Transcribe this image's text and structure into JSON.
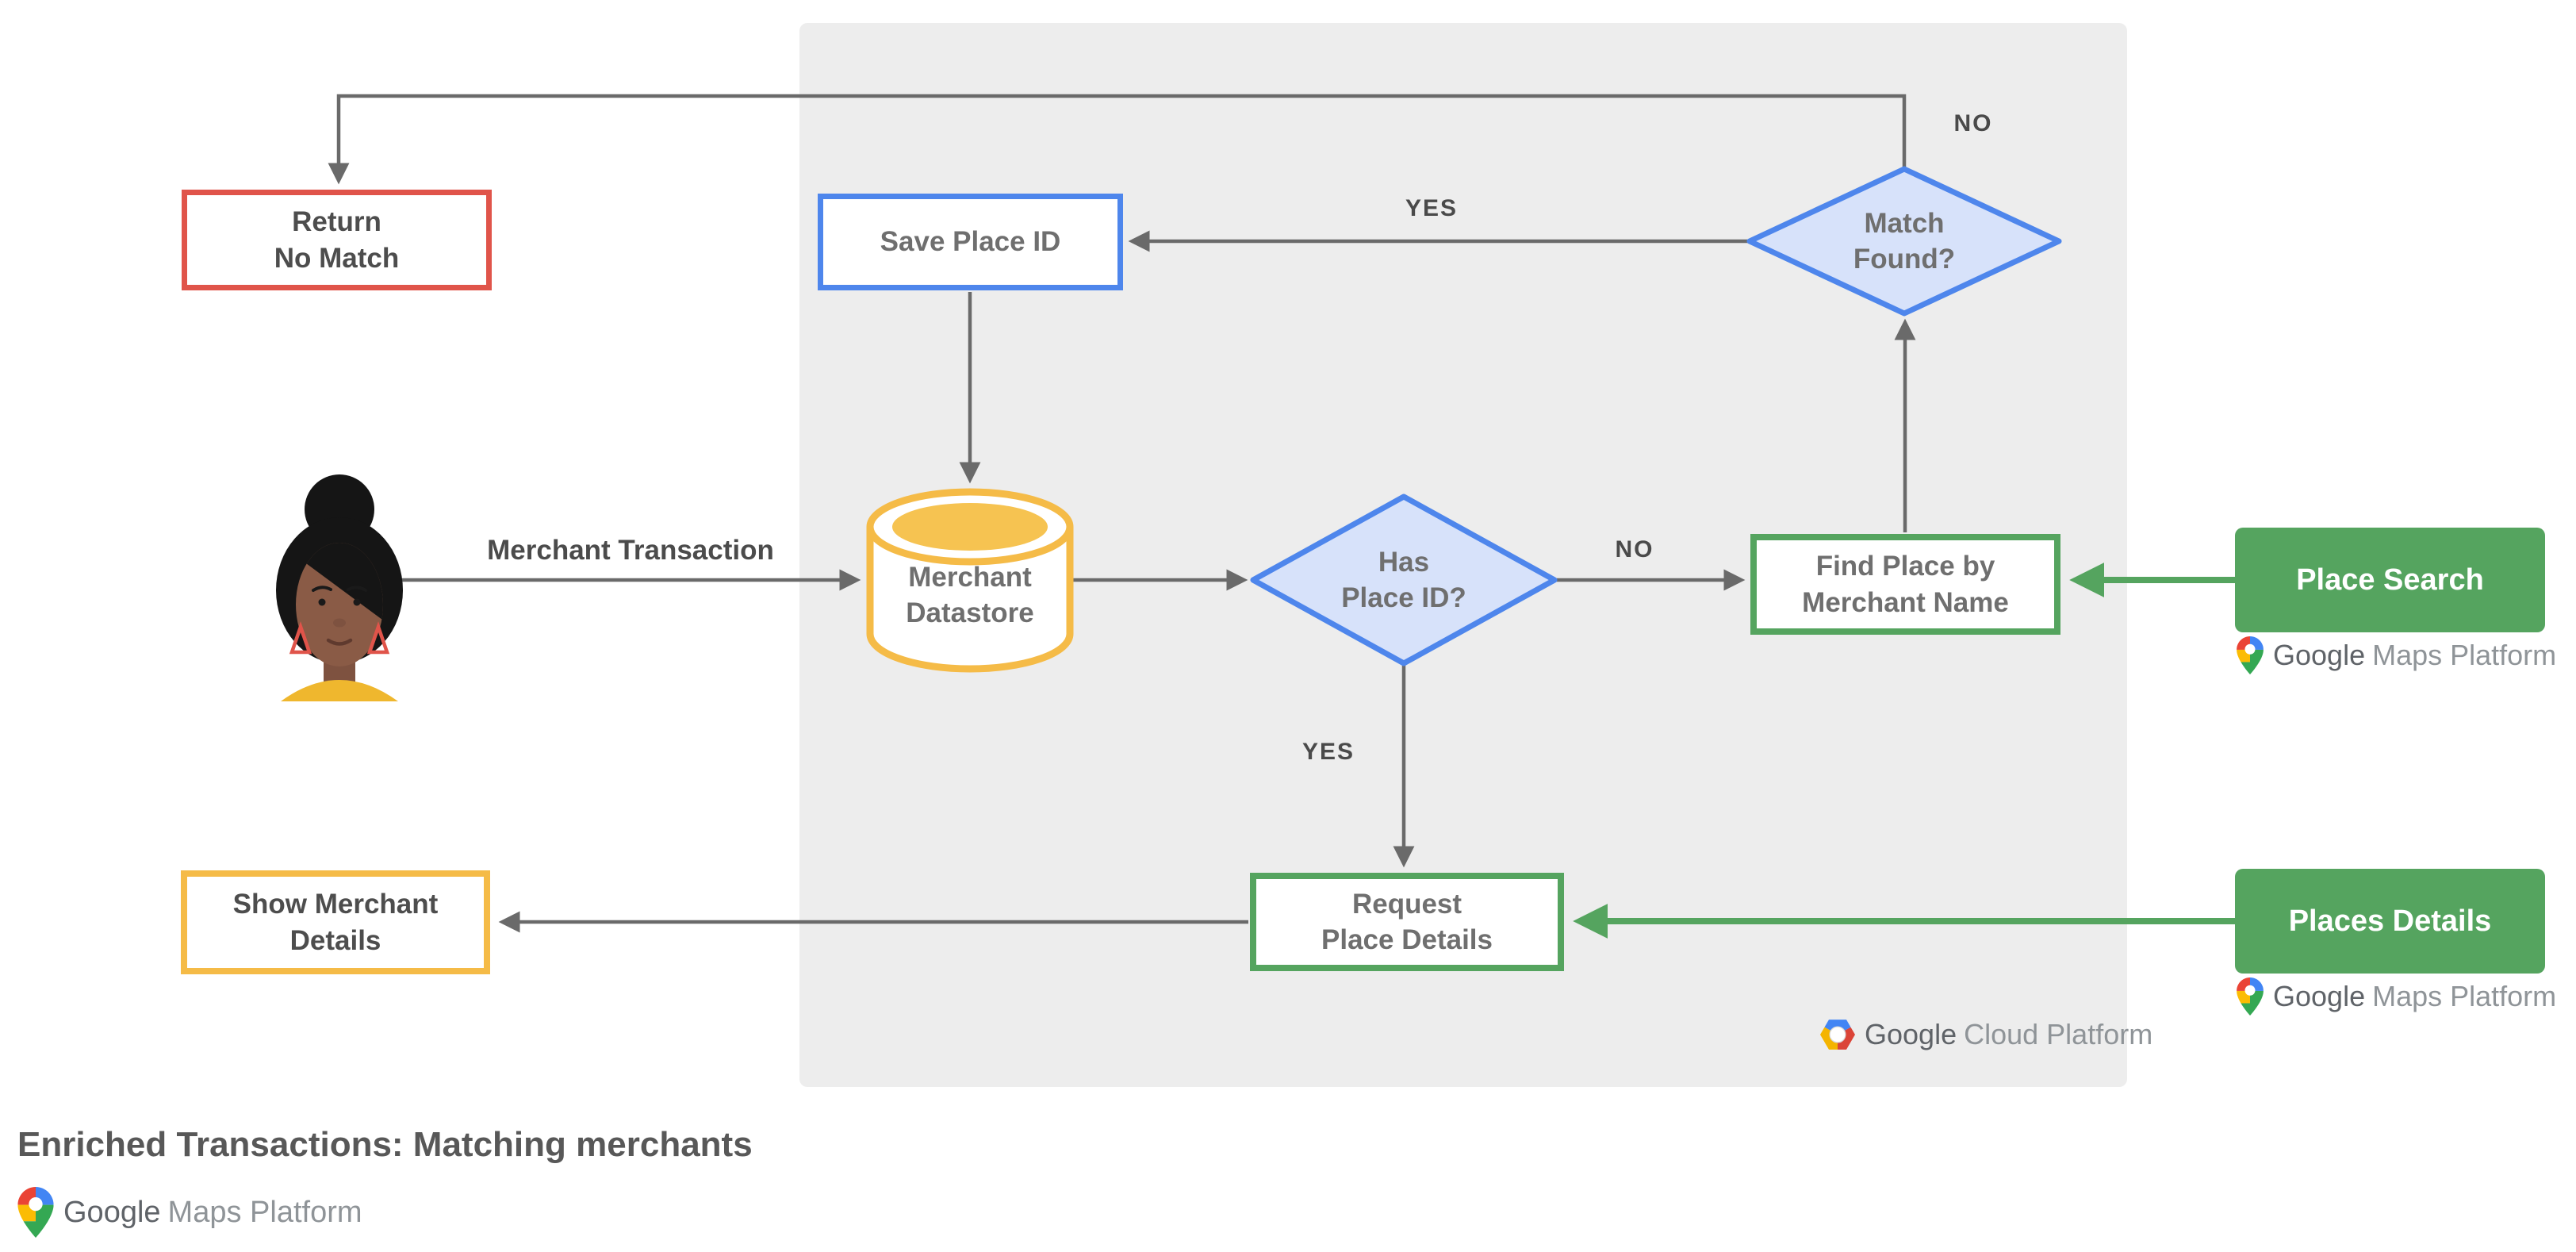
{
  "title": "Enriched Transactions: Matching merchants",
  "nodes": {
    "return_no_match": {
      "lines": [
        "Return",
        "No Match"
      ]
    },
    "save_place_id": {
      "lines": [
        "Save Place ID"
      ]
    },
    "match_found": {
      "lines": [
        "Match",
        "Found?"
      ]
    },
    "merchant_datastore": {
      "lines": [
        "Merchant",
        "Datastore"
      ]
    },
    "has_place_id": {
      "lines": [
        "Has",
        "Place ID?"
      ]
    },
    "find_place_by_merchant_name": {
      "lines": [
        "Find Place by",
        "Merchant Name"
      ]
    },
    "place_search": {
      "label": "Place Search"
    },
    "show_merchant_details": {
      "lines": [
        "Show Merchant",
        "Details"
      ]
    },
    "request_place_details": {
      "lines": [
        "Request",
        "Place Details"
      ]
    },
    "places_details": {
      "label": "Places Details"
    }
  },
  "edge_labels": {
    "match_found_no": "NO",
    "match_found_yes": "YES",
    "has_place_id_no": "NO",
    "has_place_id_yes": "YES",
    "merchant_transaction": "Merchant Transaction"
  },
  "branding": {
    "google_maps_platform": {
      "brand": "Google",
      "product": "Maps Platform"
    },
    "google_cloud_platform": {
      "brand": "Google",
      "product": "Cloud Platform"
    }
  },
  "colors": {
    "red": "#E0544A",
    "blue": "#4E86EC",
    "blue_fill": "#D7E2FA",
    "yellow": "#F5BB47",
    "green": "#55A45F",
    "panel_gray": "#EDEDED",
    "connector_gray": "#6A6A6A",
    "pin_red": "#EA4335",
    "pin_blue": "#4285F4",
    "pin_yellow": "#FBBC04",
    "pin_green": "#34A853"
  }
}
